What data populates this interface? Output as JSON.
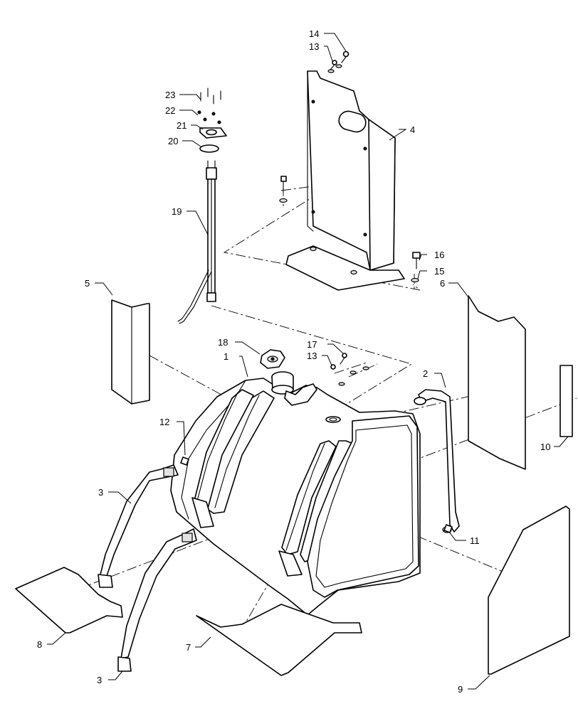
{
  "callouts": {
    "c1": "1",
    "c2": "2",
    "c3a": "3",
    "c3b": "3",
    "c4": "4",
    "c5": "5",
    "c6": "6",
    "c7": "7",
    "c8": "8",
    "c9": "9",
    "c10": "10",
    "c11": "11",
    "c12": "12",
    "c13a": "13",
    "c13b": "13",
    "c14": "14",
    "c15": "15",
    "c16": "16",
    "c17": "17",
    "c18": "18",
    "c19": "19",
    "c20": "20",
    "c21": "21",
    "c22": "22",
    "c23": "23"
  },
  "colors": {
    "line": "#000000",
    "background": "#ffffff",
    "shade": "#e2e2e2"
  }
}
